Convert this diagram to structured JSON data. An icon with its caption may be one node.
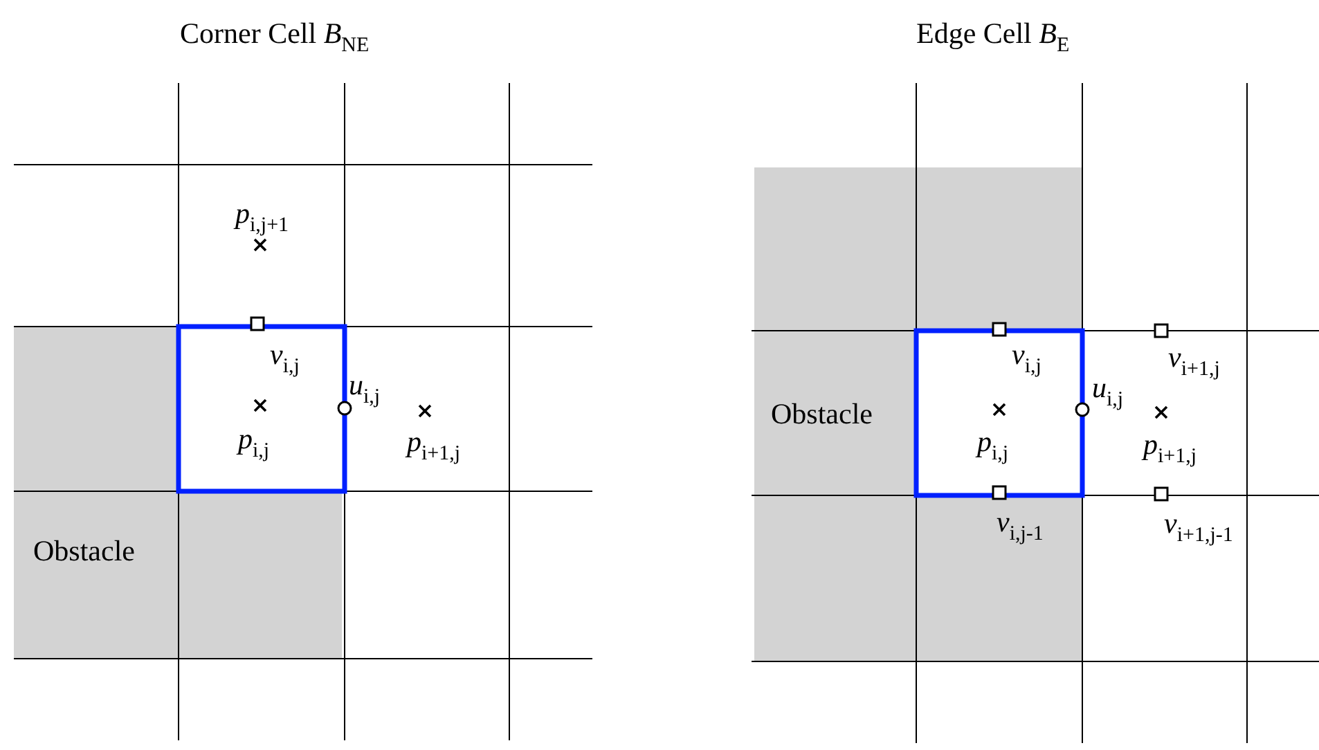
{
  "diagram": {
    "nodes": [
      {
        "text": [
          "Obstacle"
        ]
      },
      {
        "text": [
          "Obstacle"
        ]
      }
    ],
    "labels": [
      "Corner Cell *B*$_{NE}$",
      "*p*$_{i,j+1}$",
      "*v*$_{i,j}$",
      "*u*$_{i,j}$",
      "*p*$_{i,j}$",
      "*p*$_{i+1,j}$",
      "Edge Cell *B*$_{E}$",
      "*v*$_{i,j}$",
      "*v*$_{i+1,j}$",
      "*u*$_{i,j}$",
      "*p*$_{i,j}$",
      "*p*$_{i+1,j}$",
      "*v*$_{i,j-1}$",
      "*v*$_{i+1,j-1}$"
    ]
  }
}
